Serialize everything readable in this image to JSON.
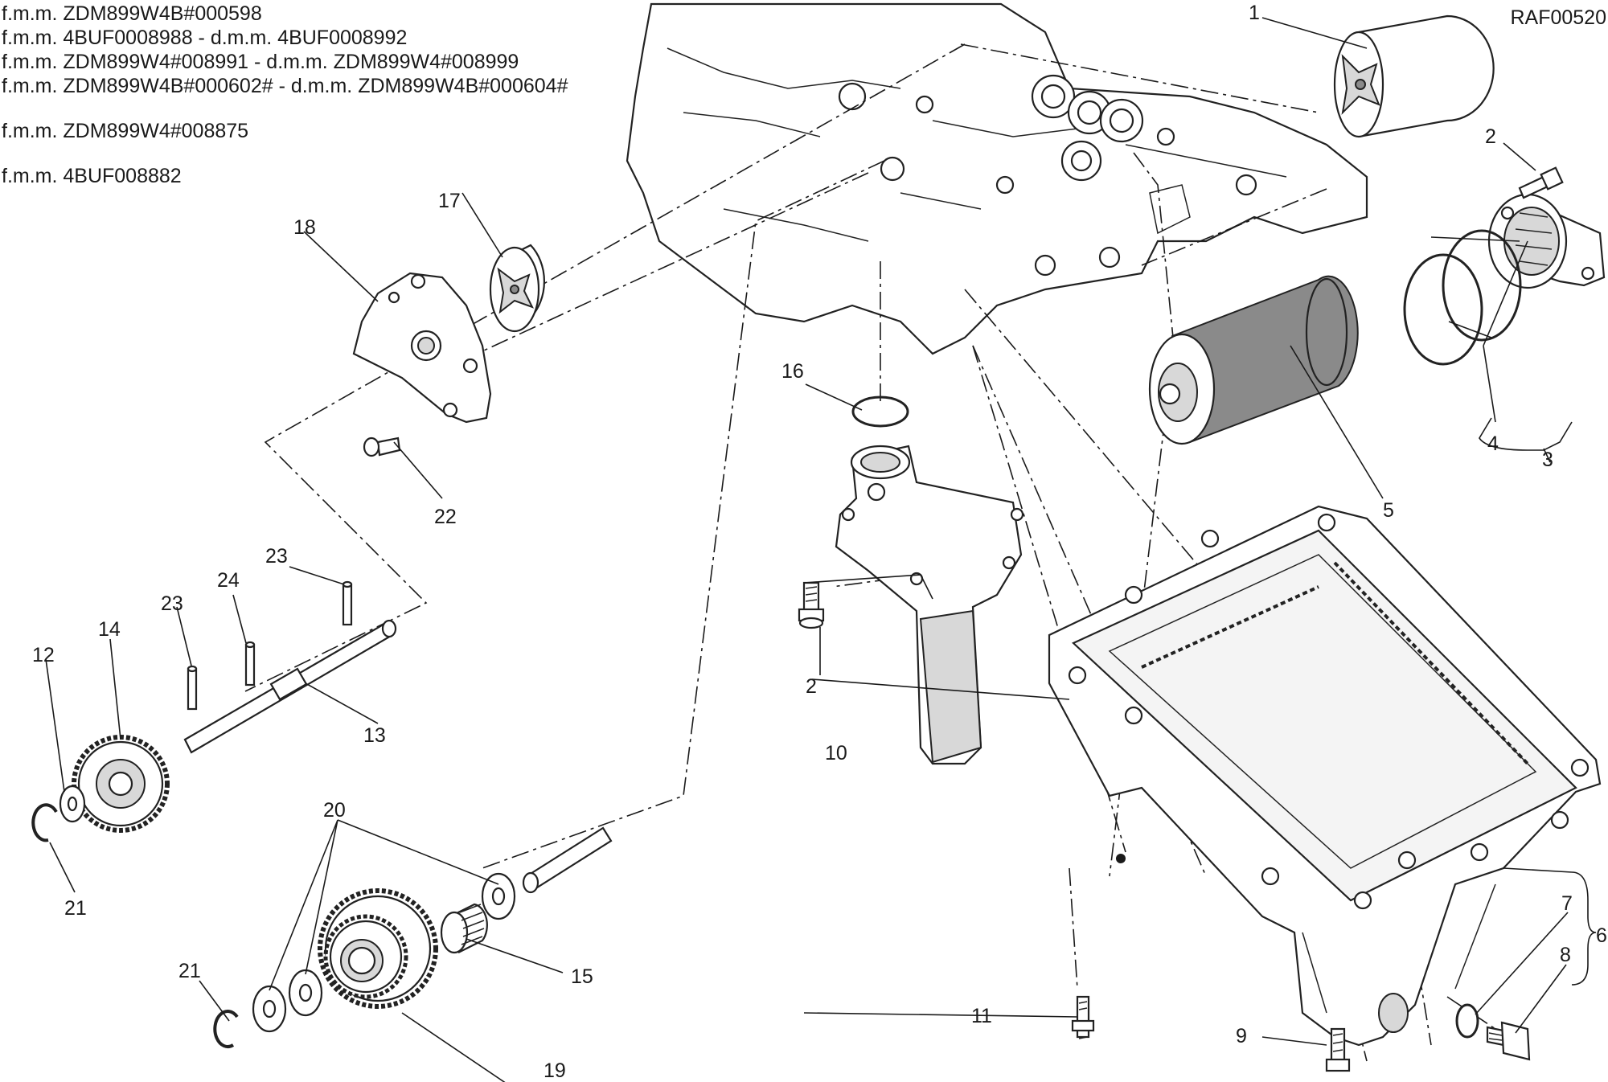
{
  "notes": [
    "f.m.m. ZDM899W4B#000598",
    "f.m.m. 4BUF0008988 - d.m.m. 4BUF0008992",
    "f.m.m. ZDM899W4#008991 - d.m.m. ZDM899W4#008999",
    "f.m.m. ZDM899W4B#000602# - d.m.m. ZDM899W4B#000604#",
    "",
    "f.m.m. ZDM899W4#008875",
    "",
    "f.m.m. 4BUF008882"
  ],
  "ref_code": "RAF00520",
  "callouts": {
    "c1": "1",
    "c2a": "2",
    "c2b": "2",
    "c3": "3",
    "c4": "4",
    "c5": "5",
    "c6": "6",
    "c7": "7",
    "c8": "8",
    "c9": "9",
    "c10": "10",
    "c11": "11",
    "c12": "12",
    "c13": "13",
    "c14": "14",
    "c15": "15",
    "c16": "16",
    "c17": "17",
    "c18": "18",
    "c19": "19",
    "c20": "20",
    "c21a": "21",
    "c21b": "21",
    "c22": "22",
    "c23a": "23",
    "c23b": "23",
    "c24": "24"
  }
}
